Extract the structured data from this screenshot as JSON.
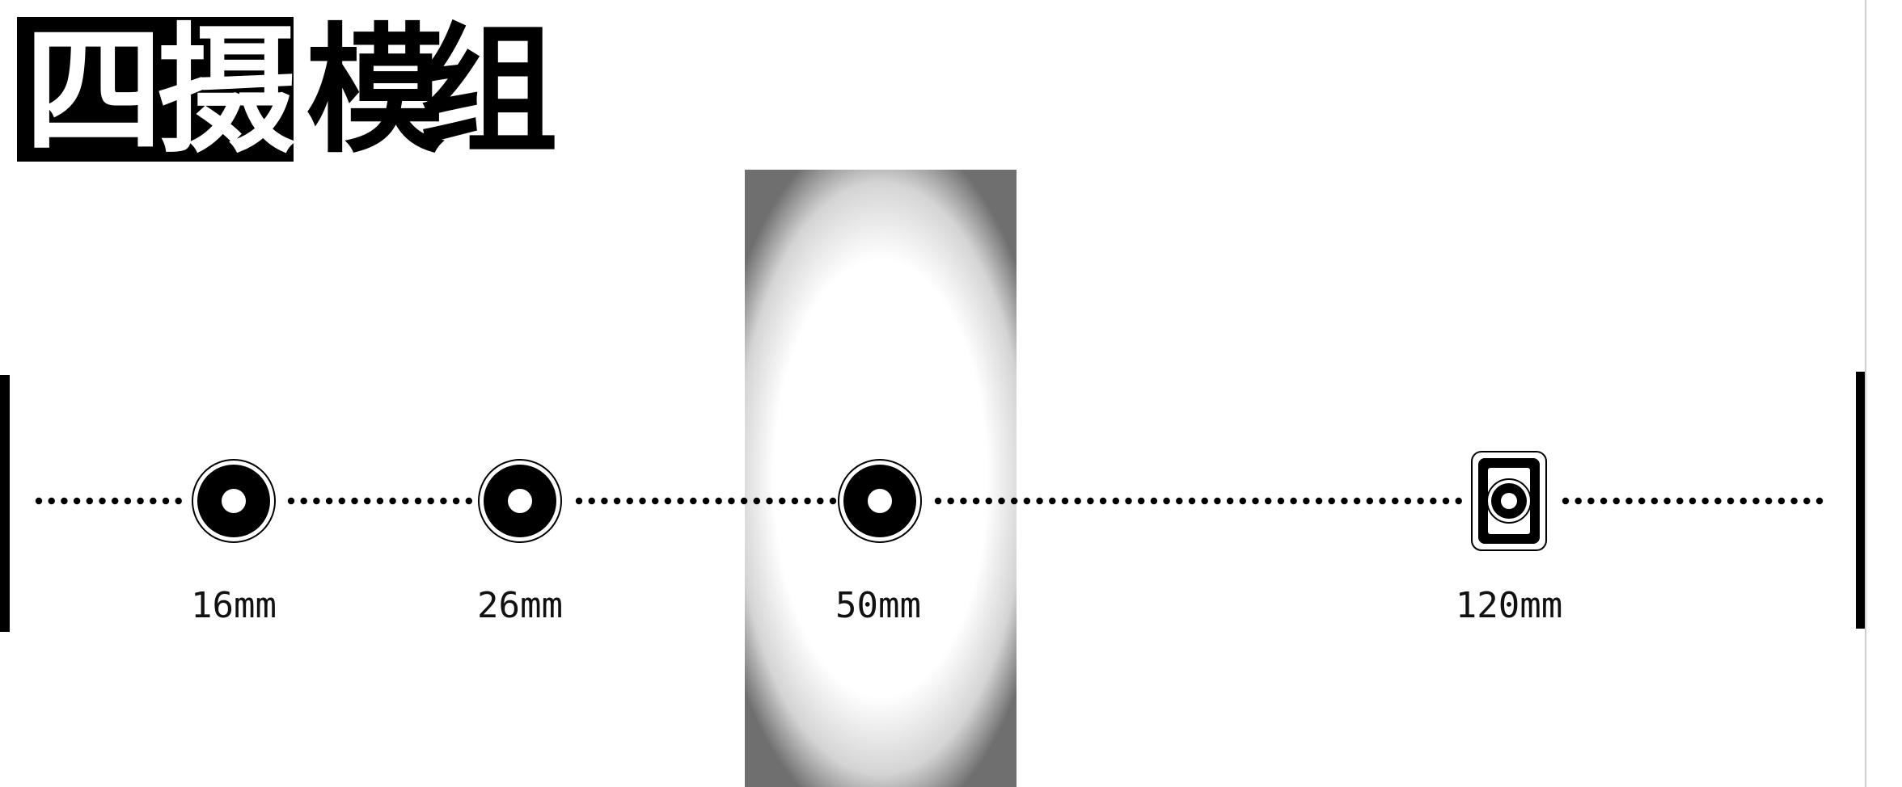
{
  "title": {
    "highlighted_chars": [
      "四",
      "摄"
    ],
    "plain_chars": [
      "模",
      "组"
    ]
  },
  "lenses": [
    {
      "label": "16mm",
      "focal_length_mm": 16,
      "icon": "round-lens-icon"
    },
    {
      "label": "26mm",
      "focal_length_mm": 26,
      "icon": "round-lens-icon"
    },
    {
      "label": "50mm",
      "focal_length_mm": 50,
      "icon": "round-lens-icon"
    },
    {
      "label": "120mm",
      "focal_length_mm": 120,
      "icon": "periscope-lens-icon"
    }
  ],
  "colors": {
    "ink": "#000000",
    "background": "#ffffff"
  }
}
